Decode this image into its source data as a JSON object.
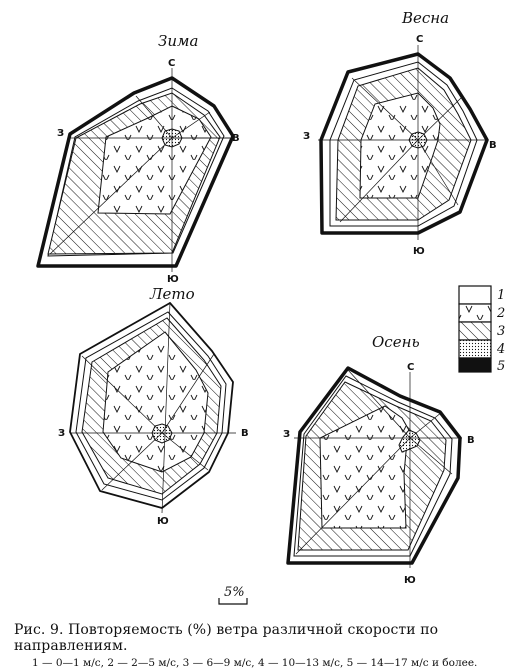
{
  "figure": {
    "caption": "Рис. 9. Повторяемость (%) ветра различной скорости по направлениям.",
    "legend_text": "1 — 0—1 м/с, 2 — 2—5 м/с, 3 — 6—9 м/с, 4 — 10—13 м/с, 5 — 14—17 м/с и более."
  },
  "directions": {
    "n": "С",
    "e": "В",
    "s": "Ю",
    "w": "З"
  },
  "seasons": [
    {
      "title": "Зима"
    },
    {
      "title": "Весна"
    },
    {
      "title": "Лето"
    },
    {
      "title": "Осень"
    }
  ],
  "legend": {
    "items": [
      {
        "num": "1",
        "pattern": "blank"
      },
      {
        "num": "2",
        "pattern": "v-marks"
      },
      {
        "num": "3",
        "pattern": "hatch"
      },
      {
        "num": "4",
        "pattern": "dots"
      },
      {
        "num": "5",
        "pattern": "solid"
      }
    ]
  },
  "scale": {
    "label": "5%"
  },
  "colors": {
    "ink": "#111111",
    "paper": "#ffffff"
  }
}
